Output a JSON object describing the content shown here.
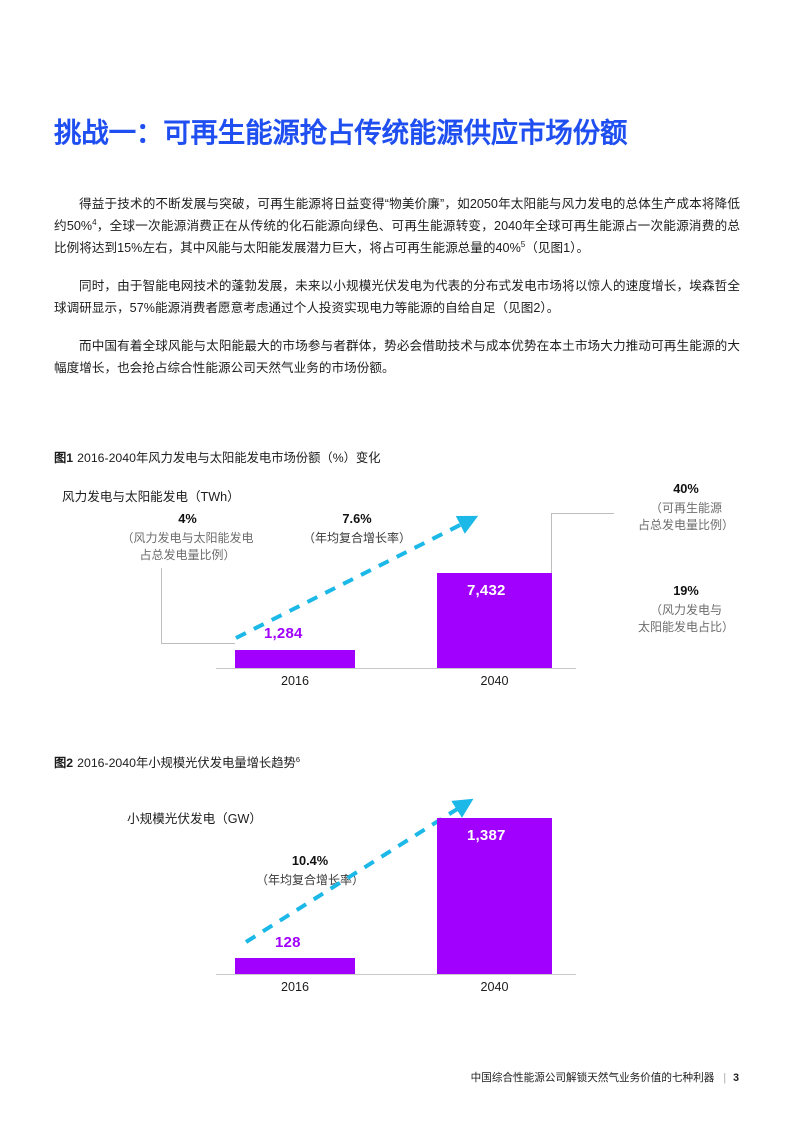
{
  "document": {
    "title": "挑战一：可再生能源抢占传统能源供应市场份额",
    "title_color": "#1f4ff0",
    "accent_purple": "#a100ff",
    "accent_cyan": "#1bb8e8"
  },
  "paragraphs": {
    "p1_a": "得益于技术的不断发展与突破，可再生能源将日益变得“物美价廉”，如2050年太阳能与风力发电的总体生产成本将降低约50%",
    "p1_sup1": "4",
    "p1_b": "，全球一次能源消费正在从传统的化石能源向绿色、可再生能源转变，2040年全球可再生能源占一次能源消费的总比例将达到15%左右，其中风能与太阳能发展潜力巨大，将占可再生能源总量的40%",
    "p1_sup2": "5",
    "p1_c": "（见图1）。",
    "p2": "同时，由于智能电网技术的蓬勃发展，未来以小规模光伏发电为代表的分布式发电市场将以惊人的速度增长，埃森哲全球调研显示，57%能源消费者愿意考虑通过个人投资实现电力等能源的自给自足（见图2）。",
    "p3": "而中国有着全球风能与太阳能最大的市场参与者群体，势必会借助技术与成本优势在本土市场大力推动可再生能源的大幅度增长，也会抢占综合性能源公司天然气业务的市场份额。"
  },
  "figure1": {
    "caption_num": "图1",
    "caption_text": "2016-2040年风力发电与太阳能发电市场份额（%）变化",
    "axis_title": "风力发电与太阳能发电（TWh）",
    "callout_left": {
      "value": "4%",
      "sub_line1": "（风力发电与太阳能发电",
      "sub_line2": "占总发电量比例）"
    },
    "callout_cagr": {
      "value": "7.6%",
      "sub_line1": "（年均复合增长率）"
    },
    "callout_right_top": {
      "value": "40%",
      "sub_line1": "（可再生能源",
      "sub_line2": "占总发电量比例）"
    },
    "callout_right_bottom": {
      "value": "19%",
      "sub_line1": "（风力发电与",
      "sub_line2": "太阳能发电占比）"
    }
  },
  "figure2": {
    "caption_num": "图2",
    "caption_text": "2016-2040年小规模光伏发电量增长趋势",
    "caption_sup": "6",
    "axis_title": "小规模光伏发电（GW）",
    "callout_cagr": {
      "value": "10.4%",
      "sub_line1": "（年均复合增长率）"
    }
  },
  "footer": {
    "text": "中国综合性能源公司解锁天然气业务价值的七种利器",
    "separator": "|",
    "page_number": "3"
  },
  "chart_data": [
    {
      "type": "bar",
      "title": "2016-2040年风力发电与太阳能发电市场份额（%）变化",
      "ylabel": "风力发电与太阳能发电（TWh）",
      "xlabel": "",
      "categories": [
        "2016",
        "2040"
      ],
      "values": [
        1284,
        7432
      ],
      "value_labels": [
        "1,284",
        "7,432"
      ],
      "ylim": [
        0,
        7432
      ],
      "grid": false,
      "legend": "none",
      "bar_color": "#a100ff",
      "annotations": [
        {
          "text": "4%",
          "note": "（风力发电与太阳能发电占总发电量比例）",
          "attached_to": "2016"
        },
        {
          "text": "7.6%",
          "note": "（年均复合增长率）",
          "attached_to": "trend"
        },
        {
          "text": "40%",
          "note": "（可再生能源占总发电量比例）",
          "attached_to": "2040"
        },
        {
          "text": "19%",
          "note": "（风力发电与太阳能发电占比）",
          "attached_to": "2040"
        }
      ]
    },
    {
      "type": "bar",
      "title": "2016-2040年小规模光伏发电量增长趋势",
      "ylabel": "小规模光伏发电（GW）",
      "xlabel": "",
      "categories": [
        "2016",
        "2040"
      ],
      "values": [
        128,
        1387
      ],
      "value_labels": [
        "128",
        "1,387"
      ],
      "ylim": [
        0,
        1387
      ],
      "grid": false,
      "legend": "none",
      "bar_color": "#a100ff",
      "annotations": [
        {
          "text": "10.4%",
          "note": "（年均复合增长率）",
          "attached_to": "trend"
        }
      ]
    }
  ]
}
